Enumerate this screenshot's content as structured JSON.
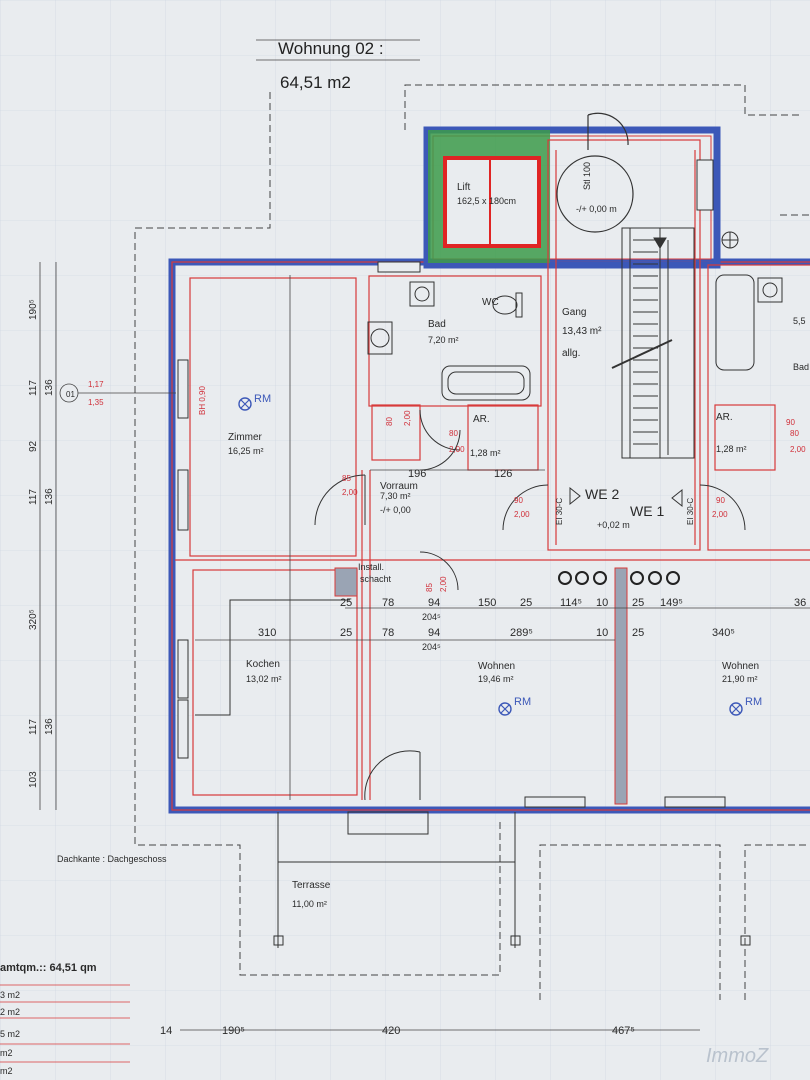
{
  "header": {
    "title": "Wohnung 02 :",
    "area": "64,51 m2"
  },
  "rooms": {
    "lift": {
      "name": "Lift",
      "size": "162,5 x 180cm"
    },
    "stiege": {
      "code": "Stl 100",
      "level": "-/+ 0,00 m"
    },
    "bad": {
      "name": "Bad",
      "area": "7,20 m²"
    },
    "wc": {
      "name": "WC"
    },
    "gang": {
      "name": "Gang",
      "area": "13,43 m²",
      "note": "allg."
    },
    "zimmer": {
      "name": "Zimmer",
      "area": "16,25 m²"
    },
    "ar1": {
      "name": "AR.",
      "area": "1,28 m²"
    },
    "ar2": {
      "name": "AR.",
      "area": "1,28 m²"
    },
    "vorraum": {
      "name": "Vorraum",
      "area": "7,30 m²",
      "level": "-/+ 0,00"
    },
    "kochen": {
      "name": "Kochen",
      "area": "13,02 m²"
    },
    "wohnen1": {
      "name": "Wohnen",
      "area": "19,46 m²"
    },
    "wohnen2": {
      "name": "Wohnen",
      "area": "21,90 m²"
    },
    "terrasse": {
      "name": "Terrasse",
      "area": "11,00 m²"
    },
    "install": {
      "line1": "Install.",
      "line2": "schacht"
    }
  },
  "markers": {
    "rm": "RM",
    "we2": "WE 2",
    "we1": "WE 1",
    "we_level": "+0,02 m",
    "window_code": "01",
    "el_label": "EI 30-C"
  },
  "left_dims": {
    "outer": [
      "190⁵",
      "117",
      "92",
      "117",
      "320⁵",
      "117",
      "103"
    ],
    "inner": [
      "136",
      "136",
      "136"
    ],
    "window_red": [
      "1,17",
      "1,35"
    ]
  },
  "door_codes": [
    "85",
    "2,00",
    "80",
    "2,00",
    "80",
    "2,00",
    "90",
    "2,00",
    "90",
    "2,00",
    "85",
    "2,00",
    "80",
    "2,00",
    "90",
    "BH 0,90"
  ],
  "inner_dims": {
    "row1": [
      "196",
      "126"
    ],
    "row2": [
      "25",
      "78",
      "94",
      "150",
      "25",
      "114⁵",
      "10",
      "25",
      "149⁵",
      "36"
    ],
    "row3": [
      "310",
      "25",
      "78",
      "94",
      "289⁵",
      "10",
      "25",
      "340⁵"
    ],
    "sub": [
      "204⁵",
      "204⁵"
    ]
  },
  "bottom_dims": [
    "14",
    "190⁵",
    "420",
    "467⁵"
  ],
  "notes": {
    "dachkante": "Dachkante : Dachgeschoss",
    "gesamt": "amtqm.:: 64,51 qm"
  },
  "legend_fragments": [
    "3 m2",
    "2 m2",
    "5 m2",
    "m2",
    "m2"
  ],
  "right_edge": {
    "area": "5,5",
    "room": "Bad"
  },
  "watermark": "ImmoZ",
  "colors": {
    "wall_blue": "#3c58b8",
    "wall_red": "#d83a3a",
    "lift_red": "#e02424",
    "green": "#3c9b4a",
    "paper": "#e9ecef",
    "ink": "#333333"
  }
}
